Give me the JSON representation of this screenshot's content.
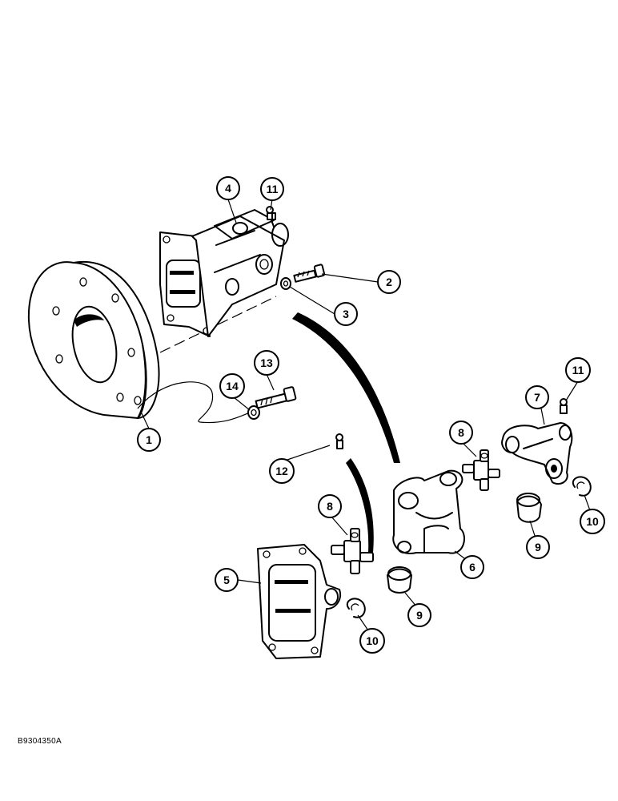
{
  "diagram": {
    "reference_code": "B9304350A",
    "callouts": [
      {
        "id": "c1",
        "label": "1"
      },
      {
        "id": "c2",
        "label": "2"
      },
      {
        "id": "c3",
        "label": "3"
      },
      {
        "id": "c4",
        "label": "4"
      },
      {
        "id": "c5",
        "label": "5"
      },
      {
        "id": "c6",
        "label": "6"
      },
      {
        "id": "c7",
        "label": "7"
      },
      {
        "id": "c8a",
        "label": "8"
      },
      {
        "id": "c8b",
        "label": "8"
      },
      {
        "id": "c9a",
        "label": "9"
      },
      {
        "id": "c9b",
        "label": "9"
      },
      {
        "id": "c10a",
        "label": "10"
      },
      {
        "id": "c10b",
        "label": "10"
      },
      {
        "id": "c11a",
        "label": "11"
      },
      {
        "id": "c11b",
        "label": "11"
      },
      {
        "id": "c12",
        "label": "12"
      },
      {
        "id": "c13",
        "label": "13"
      },
      {
        "id": "c14",
        "label": "14"
      }
    ]
  }
}
